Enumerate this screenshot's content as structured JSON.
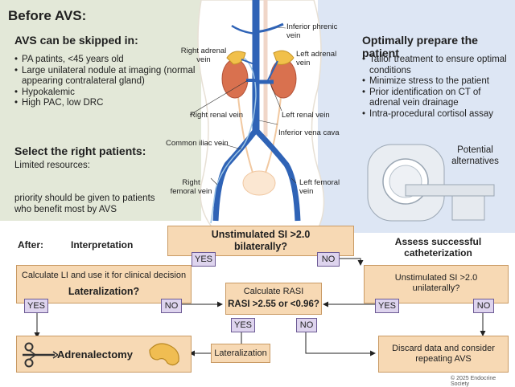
{
  "before": {
    "title": "Before AVS:",
    "skip_title": "AVS can be skipped in:",
    "skip_items": [
      "PA patints, <45 years old",
      "Large unilateral nodule at imaging (normal appearing contralateral gland)",
      "Hypokalemic",
      "High PAC, low DRC"
    ],
    "select_title": "Select the right patients:",
    "limited": "Limited resources:",
    "priority": "priority should be given to patients who benefit most by AVS"
  },
  "prepare": {
    "title": "Optimally prepare the patient",
    "items": [
      "Tailor treatment to ensure optimal conditions",
      "Minimize stress to the patient",
      "Prior identification on CT of adrenal vein drainage",
      "Intra-procedural cortisol assay"
    ],
    "alternatives": "Potential alternatives"
  },
  "anatomy": {
    "right_adrenal": "Right adrenal vein",
    "left_adrenal": "Left adrenal vein",
    "inferior_phrenic": "Inferior phrenic vein",
    "right_renal": "Right renal vein",
    "left_renal": "Left renal vein",
    "ivc": "Inferior vena cava",
    "common_iliac": "Common iliac vein",
    "right_femoral": "Right femoral vein",
    "left_femoral": "Left femoral vein"
  },
  "flow": {
    "after": "After:",
    "interpretation": "Interpretation",
    "unstimulated_bilateral_1": "Unstimulated SI >2.0",
    "unstimulated_bilateral_2": "bilaterally?",
    "assess": "Assess successful catheterization",
    "calc_li": "Calculate LI and use it for clinical decision",
    "lateralization_q": "Lateralization?",
    "calc_rasi": "Calculate RASI",
    "rasi_cond": "RASI >2.55 or <0.96?",
    "unstimulated_unilateral": "Unstimulated SI >2.0 unilaterally?",
    "adrenalectomy": "Adrenalectomy",
    "lateralization": "Lateralization",
    "discard": "Discard data and consider repeating AVS",
    "yes": "YES",
    "no": "NO"
  },
  "copyright": "© 2025 Endocrine Society"
}
